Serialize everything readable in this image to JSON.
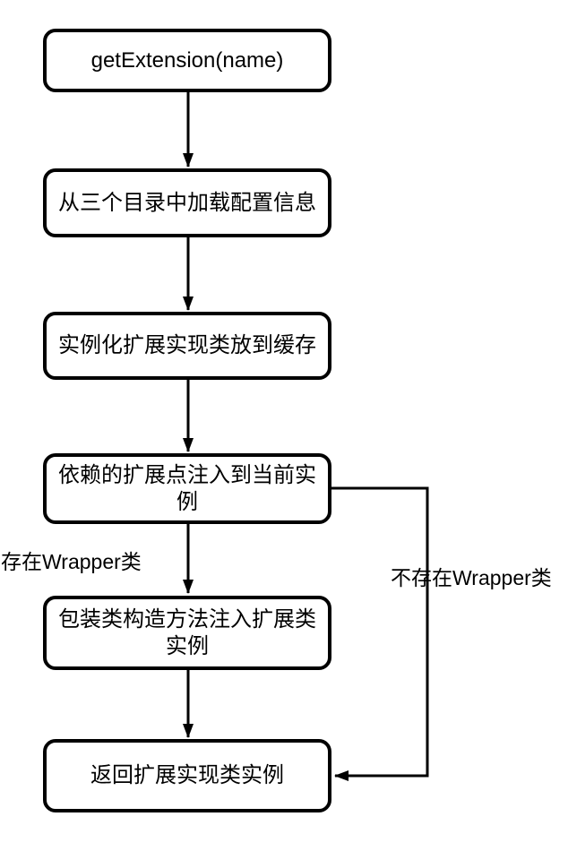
{
  "diagram": {
    "type": "flowchart",
    "colors": {
      "stroke": "#000000",
      "node_fill": "#ffffff",
      "text": "#000000",
      "background": "#ffffff"
    },
    "nodes": [
      {
        "id": "get-extension",
        "label": "getExtension(name)"
      },
      {
        "id": "load-config",
        "label": "从三个目录中加载配置信息"
      },
      {
        "id": "instantiate-to-cache",
        "label": "实例化扩展实现类放到缓存"
      },
      {
        "id": "inject-dependencies",
        "label": "依赖的扩展点注入到当前实\n例"
      },
      {
        "id": "wrapper-constructor",
        "label": "包装类构造方法注入扩展类\n实例"
      },
      {
        "id": "return-instance",
        "label": "返回扩展实现类实例"
      }
    ],
    "edges": [
      {
        "from": "get-extension",
        "to": "load-config",
        "label": ""
      },
      {
        "from": "load-config",
        "to": "instantiate-to-cache",
        "label": ""
      },
      {
        "from": "instantiate-to-cache",
        "to": "inject-dependencies",
        "label": ""
      },
      {
        "from": "inject-dependencies",
        "to": "wrapper-constructor",
        "label": "存在Wrapper类"
      },
      {
        "from": "wrapper-constructor",
        "to": "return-instance",
        "label": ""
      },
      {
        "from": "inject-dependencies",
        "to": "return-instance",
        "label": "不存在Wrapper类"
      }
    ],
    "edge_labels": {
      "wrapper_exists": "存在Wrapper类",
      "wrapper_not_exists": "不存在Wrapper类"
    }
  }
}
